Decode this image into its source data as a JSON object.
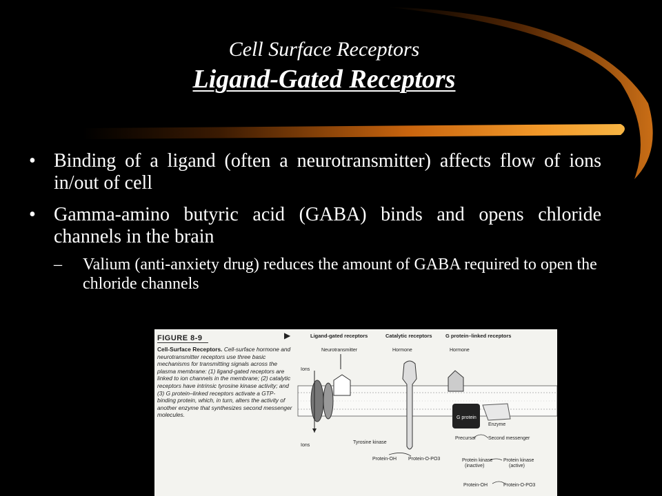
{
  "slide": {
    "title_line1": "Cell Surface Receptors",
    "title_line2": "Ligand-Gated Receptors",
    "bullets": [
      {
        "text": "Binding of a ligand (often a neurotransmitter) affects flow of ions in/out of cell"
      },
      {
        "text": "Gamma-amino butyric acid (GABA) binds and opens chloride channels in the brain"
      }
    ],
    "sub_bullet": "Valium (anti-anxiety drug) reduces the amount of GABA required to open the chloride channels",
    "bullet_symbol": "•",
    "sub_symbol": "–",
    "colors": {
      "background": "#000000",
      "swoosh": "#f08a1c",
      "text": "#ffffff"
    }
  },
  "figure": {
    "label": "FIGURE 8-9",
    "caption_title": "Cell-Surface Receptors.",
    "caption_body": "Cell-surface hormone and neurotransmitter receptors use three basic mechanisms for transmitting signals across the plasma membrane: (1) ligand-gated receptors are linked to ion channels in the membrane; (2) catalytic receptors have intrinsic tyrosine kinase activity; and (3) G protein–linked receptors activate a GTP-binding protein, which, in turn, alters the activity of another enzyme that synthesizes second messenger molecules.",
    "headers": [
      "Ligand-gated receptors",
      "Catalytic receptors",
      "G protein–linked receptors"
    ],
    "labels": {
      "neurotransmitter": "Neurotransmitter",
      "hormone1": "Hormone",
      "hormone2": "Hormone",
      "ions_top": "Ions",
      "ions_bottom": "Ions",
      "tyrosine_kinase": "Tyrosine kinase",
      "g_protein": "G protein",
      "enzyme": "Enzyme",
      "precursor": "Precursor",
      "second_messenger": "Second messenger",
      "protein_oh_1": "Protein-OH",
      "protein_opo3_1": "Protein-O-PO3",
      "protein_kinase_inactive": "Protein kinase",
      "inactive": "(inactive)",
      "protein_kinase_active": "Protein kinase",
      "active": "(active)",
      "protein_oh_2": "Protein-OH",
      "protein_opo3_2": "Protein-O-PO3"
    }
  }
}
